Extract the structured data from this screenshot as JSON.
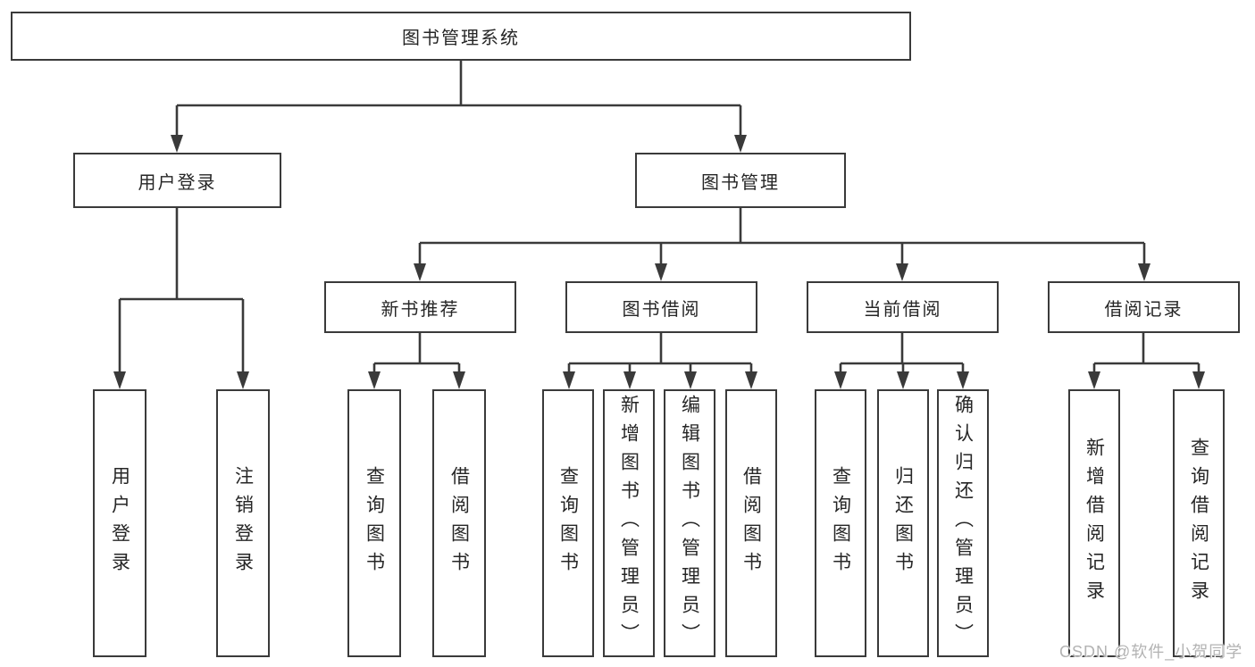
{
  "tree": {
    "root": {
      "label": "图书管理系统"
    },
    "branches": [
      {
        "label": "用户登录",
        "children": [
          {
            "label": "用户登录"
          },
          {
            "label": "注销登录"
          }
        ]
      },
      {
        "label": "图书管理",
        "children": [
          {
            "label": "新书推荐",
            "children": [
              {
                "label": "查询图书"
              },
              {
                "label": "借阅图书"
              }
            ]
          },
          {
            "label": "图书借阅",
            "children": [
              {
                "label": "查询图书"
              },
              {
                "label": "新增图书（管理员）"
              },
              {
                "label": "编辑图书（管理员）"
              },
              {
                "label": "借阅图书"
              }
            ]
          },
          {
            "label": "当前借阅",
            "children": [
              {
                "label": "查询图书"
              },
              {
                "label": "归还图书"
              },
              {
                "label": "确认归还（管理员）"
              }
            ]
          },
          {
            "label": "借阅记录",
            "children": [
              {
                "label": "新增借阅记录"
              },
              {
                "label": "查询借阅记录"
              }
            ]
          }
        ]
      }
    ]
  },
  "watermark": {
    "text": "CSDN @软件_小贺同学"
  },
  "colors": {
    "line": "#3a3a3a",
    "text": "#262626",
    "box_background": "#ffffff",
    "page_background": "#ffffff",
    "watermark": "#b3b3b3"
  }
}
